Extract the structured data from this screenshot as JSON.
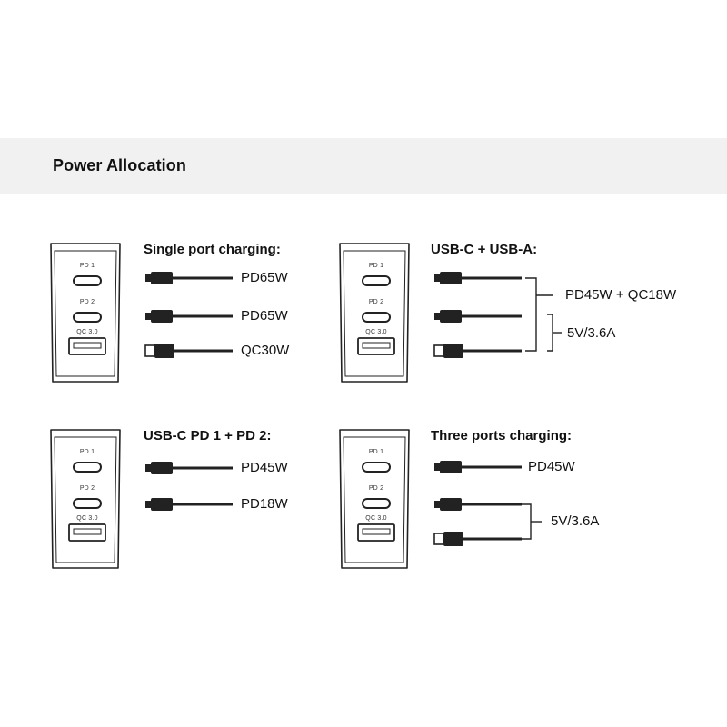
{
  "header": {
    "title": "Power Allocation"
  },
  "ports": {
    "pd1": "PD 1",
    "pd2": "PD 2",
    "qc": "QC 3.0"
  },
  "panels": [
    {
      "title": "Single port charging:",
      "labels": [
        "PD65W",
        "PD65W",
        "QC30W"
      ]
    },
    {
      "title": "USB-C + USB-A:",
      "labels": [
        "PD45W + QC18W",
        "5V/3.6A"
      ]
    },
    {
      "title": "USB-C PD 1 + PD 2:",
      "labels": [
        "PD45W",
        "PD18W"
      ]
    },
    {
      "title": "Three ports charging:",
      "labels": [
        "PD45W",
        "5V/3.6A"
      ]
    }
  ],
  "colors": {
    "line": "#111111",
    "header_band": "#f1f1f1",
    "charger_outline": "#222222"
  }
}
